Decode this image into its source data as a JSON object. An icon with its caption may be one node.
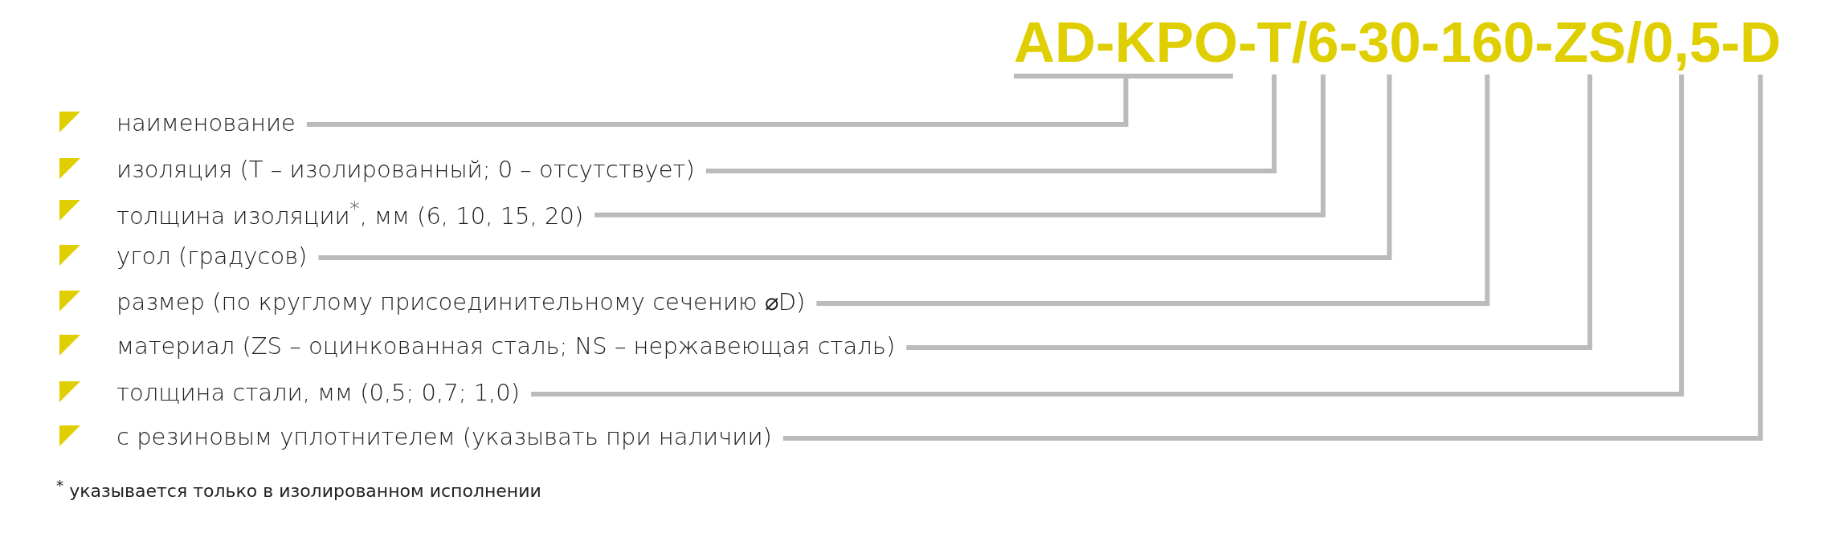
{
  "diagram": {
    "nodes": [
      {
        "text": [
          "AD-KPO"
        ]
      },
      {
        "text": [
          "T"
        ]
      },
      {
        "text": [
          "6"
        ]
      },
      {
        "text": [
          "30"
        ]
      },
      {
        "text": [
          "160"
        ]
      },
      {
        "text": [
          "ZS"
        ]
      },
      {
        "text": [
          "0,5"
        ]
      },
      {
        "text": [
          "D"
        ]
      },
      {
        "text": [
          "наименование"
        ]
      },
      {
        "text": [
          "изоляция (Т – изолированный; 0 – отсутствует)"
        ]
      },
      {
        "text": [
          "толщина изоляции$^{*}$, мм (6, 10, 15, 20)"
        ]
      },
      {
        "text": [
          "угол (градусов)"
        ]
      },
      {
        "text": [
          "размер (по круглому присоединительному сечению ⌀D)"
        ]
      },
      {
        "text": [
          "материал (ZS – оцинкованная сталь; NS – нержавеющая сталь)"
        ]
      },
      {
        "text": [
          "толщина стали, мм (0,5; 0,7; 1,0)"
        ]
      },
      {
        "text": [
          "с резиновым уплотнителем (указывать при наличии)"
        ]
      }
    ],
    "edges": [
      {
        "from": 8,
        "to": 0,
        "arrow": "none"
      },
      {
        "from": 9,
        "to": 1,
        "arrow": "none"
      },
      {
        "from": 10,
        "to": 2,
        "arrow": "none"
      },
      {
        "from": 11,
        "to": 3,
        "arrow": "none"
      },
      {
        "from": 12,
        "to": 4,
        "arrow": "none"
      },
      {
        "from": 13,
        "to": 5,
        "arrow": "none"
      },
      {
        "from": 14,
        "to": 6,
        "arrow": "none"
      },
      {
        "from": 15,
        "to": 7,
        "arrow": "none"
      }
    ],
    "labels": [
      "-",
      "/",
      "-",
      "-",
      "-",
      "/",
      "-",
      "$^{*}$ указывается только в изолированном исполнении"
    ]
  }
}
